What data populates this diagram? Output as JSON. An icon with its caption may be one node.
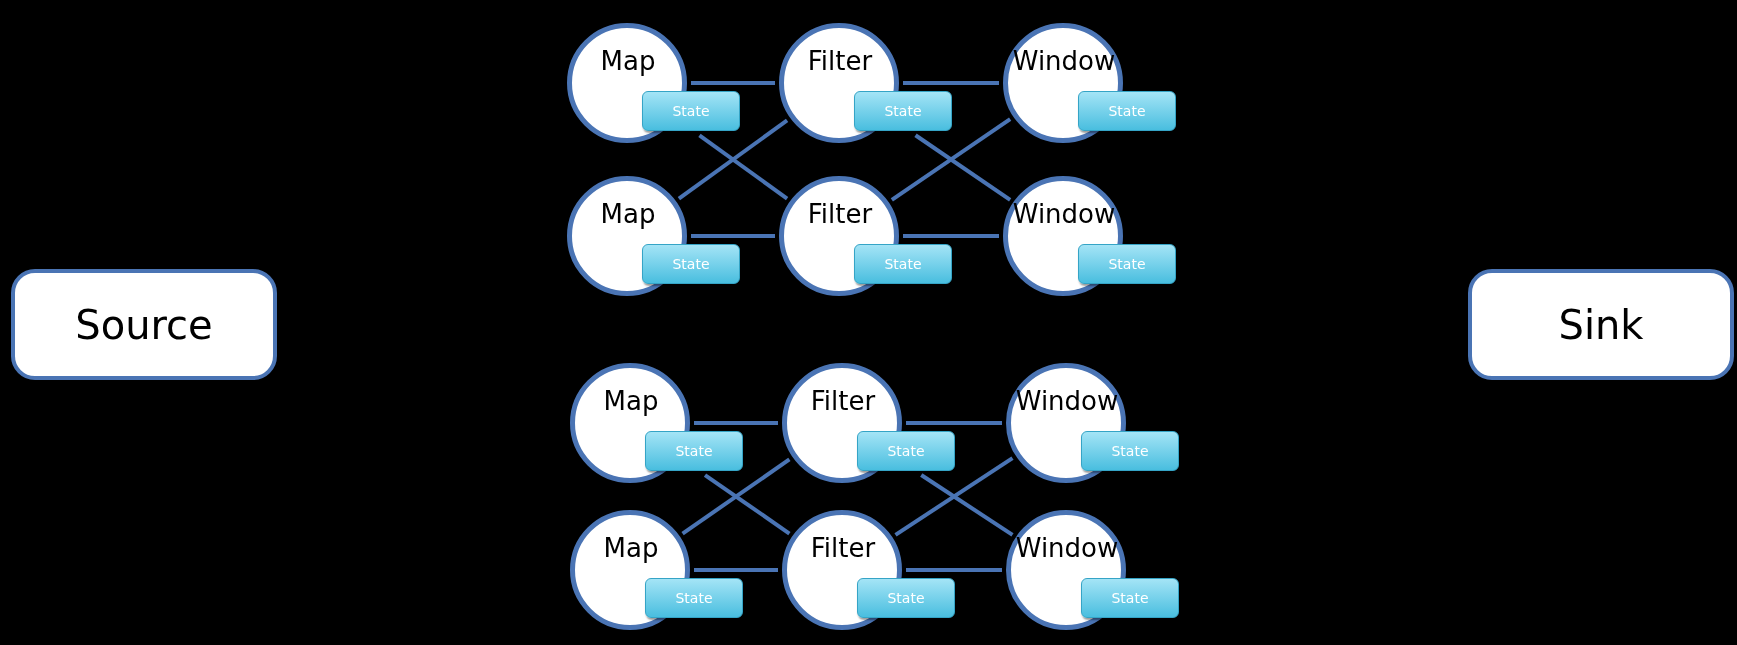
{
  "diagram": {
    "nodes": [
      {
        "text": [
          "Source"
        ]
      },
      {
        "text": [
          "Map"
        ]
      },
      {
        "text": [
          "State"
        ]
      },
      {
        "text": [
          "Filter"
        ]
      },
      {
        "text": [
          "State"
        ]
      },
      {
        "text": [
          "Window"
        ]
      },
      {
        "text": [
          "State"
        ]
      },
      {
        "text": [
          "Map"
        ]
      },
      {
        "text": [
          "State"
        ]
      },
      {
        "text": [
          "Filter"
        ]
      },
      {
        "text": [
          "State"
        ]
      },
      {
        "text": [
          "Window"
        ]
      },
      {
        "text": [
          "State"
        ]
      },
      {
        "text": [
          "Map"
        ]
      },
      {
        "text": [
          "State"
        ]
      },
      {
        "text": [
          "Filter"
        ]
      },
      {
        "text": [
          "State"
        ]
      },
      {
        "text": [
          "Window"
        ]
      },
      {
        "text": [
          "State"
        ]
      },
      {
        "text": [
          "Map"
        ]
      },
      {
        "text": [
          "State"
        ]
      },
      {
        "text": [
          "Filter"
        ]
      },
      {
        "text": [
          "State"
        ]
      },
      {
        "text": [
          "Window"
        ]
      },
      {
        "text": [
          "State"
        ]
      },
      {
        "text": [
          "Sink"
        ]
      }
    ],
    "edges": [
      {
        "from": 1,
        "to": 3,
        "arrow": "none"
      },
      {
        "from": 3,
        "to": 5,
        "arrow": "none"
      },
      {
        "from": 1,
        "to": 9,
        "arrow": "none"
      },
      {
        "from": 7,
        "to": 3,
        "arrow": "none"
      },
      {
        "from": 3,
        "to": 11,
        "arrow": "none"
      },
      {
        "from": 9,
        "to": 5,
        "arrow": "none"
      },
      {
        "from": 7,
        "to": 9,
        "arrow": "none"
      },
      {
        "from": 9,
        "to": 11,
        "arrow": "none"
      },
      {
        "from": 13,
        "to": 15,
        "arrow": "none"
      },
      {
        "from": 15,
        "to": 17,
        "arrow": "none"
      },
      {
        "from": 13,
        "to": 21,
        "arrow": "none"
      },
      {
        "from": 19,
        "to": 15,
        "arrow": "none"
      },
      {
        "from": 15,
        "to": 23,
        "arrow": "none"
      },
      {
        "from": 21,
        "to": 17,
        "arrow": "none"
      },
      {
        "from": 19,
        "to": 21,
        "arrow": "none"
      },
      {
        "from": 21,
        "to": 23,
        "arrow": "none"
      }
    ]
  }
}
